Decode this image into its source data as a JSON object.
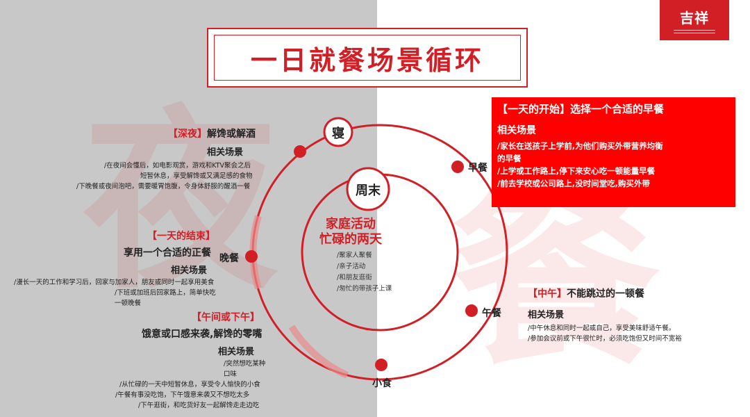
{
  "logo": {
    "name": "吉祥"
  },
  "title": "一日就餐场景循环",
  "watermarks": {
    "left": "夜",
    "right": "餐"
  },
  "cycle": {
    "top_label": "寝",
    "center_top_label": "周末",
    "nodes": {
      "breakfast": "早餐",
      "dinner": "晚餐",
      "lunch": "午餐",
      "snack": "小食"
    }
  },
  "center": {
    "title_line1": "家庭活动",
    "title_line2": "忙碌的两天",
    "items": [
      "/聚家人聚餐",
      "/亲子活动",
      "/和朋友逛街",
      "/匆忙的带孩子上课"
    ]
  },
  "breakfast_box": {
    "title": "【一天的开始】选择一个合适的早餐",
    "sub": "相关场景",
    "lines": [
      "/家长在送孩子上学前,为他们购买外带营养均衡",
      "的早餐",
      "/上学或工作路上,停下来安心吃一顿能量早餐",
      "/前去学校或公司路上,没时间堂吃,购买外带"
    ]
  },
  "late_night": {
    "tag": "【深夜】",
    "title": "解馋或解酒",
    "sub": "相关场景",
    "lines": [
      "/在夜间会懂后，如电影观赏，游戏和KTV聚会之后",
      "短暂休息，享受解馋或又满足感的食物",
      "/下晚餐或夜间泡吧，需要暖胃饱腹，令身体舒服的醒酒一餐"
    ]
  },
  "dinner_block": {
    "tag": "【一天的结束】",
    "title": "享用一个合适的正餐",
    "sub": "相关场景",
    "lines": [
      "/漫长一天的工作和学习后，回家与加家人，朋友或同时一起享用美食",
      "/下班或加班后回家路上，简单快吃一顿晚餐"
    ]
  },
  "afternoon_block": {
    "tag": "【午间或下午】",
    "title": "饿意或口感来袭,解馋的零嘴",
    "sub": "相关场景",
    "lines": [
      "/突然想吃某种口味",
      "/从忙碌的一天中短暂休息，享受令人愉快的小食",
      "/午餐有事没吃饱，下午饿意来袭又不想吃太多",
      "/下午逛街，和吃货好友一起解馋走走边吃"
    ]
  },
  "lunch_block": {
    "tag": "【中午】",
    "title": "不能跳过的一顿餐",
    "sub": "相关场景",
    "lines": [
      "/中午休息和同时一起或自己，享受美味舒适午餐。",
      "/参加会议前或下午很忙时，必须吃饱但又时间不宽裕"
    ]
  },
  "colors": {
    "accent": "#d21f26",
    "red_box": "#ff0000",
    "left_bg": "#c8c8c8"
  }
}
